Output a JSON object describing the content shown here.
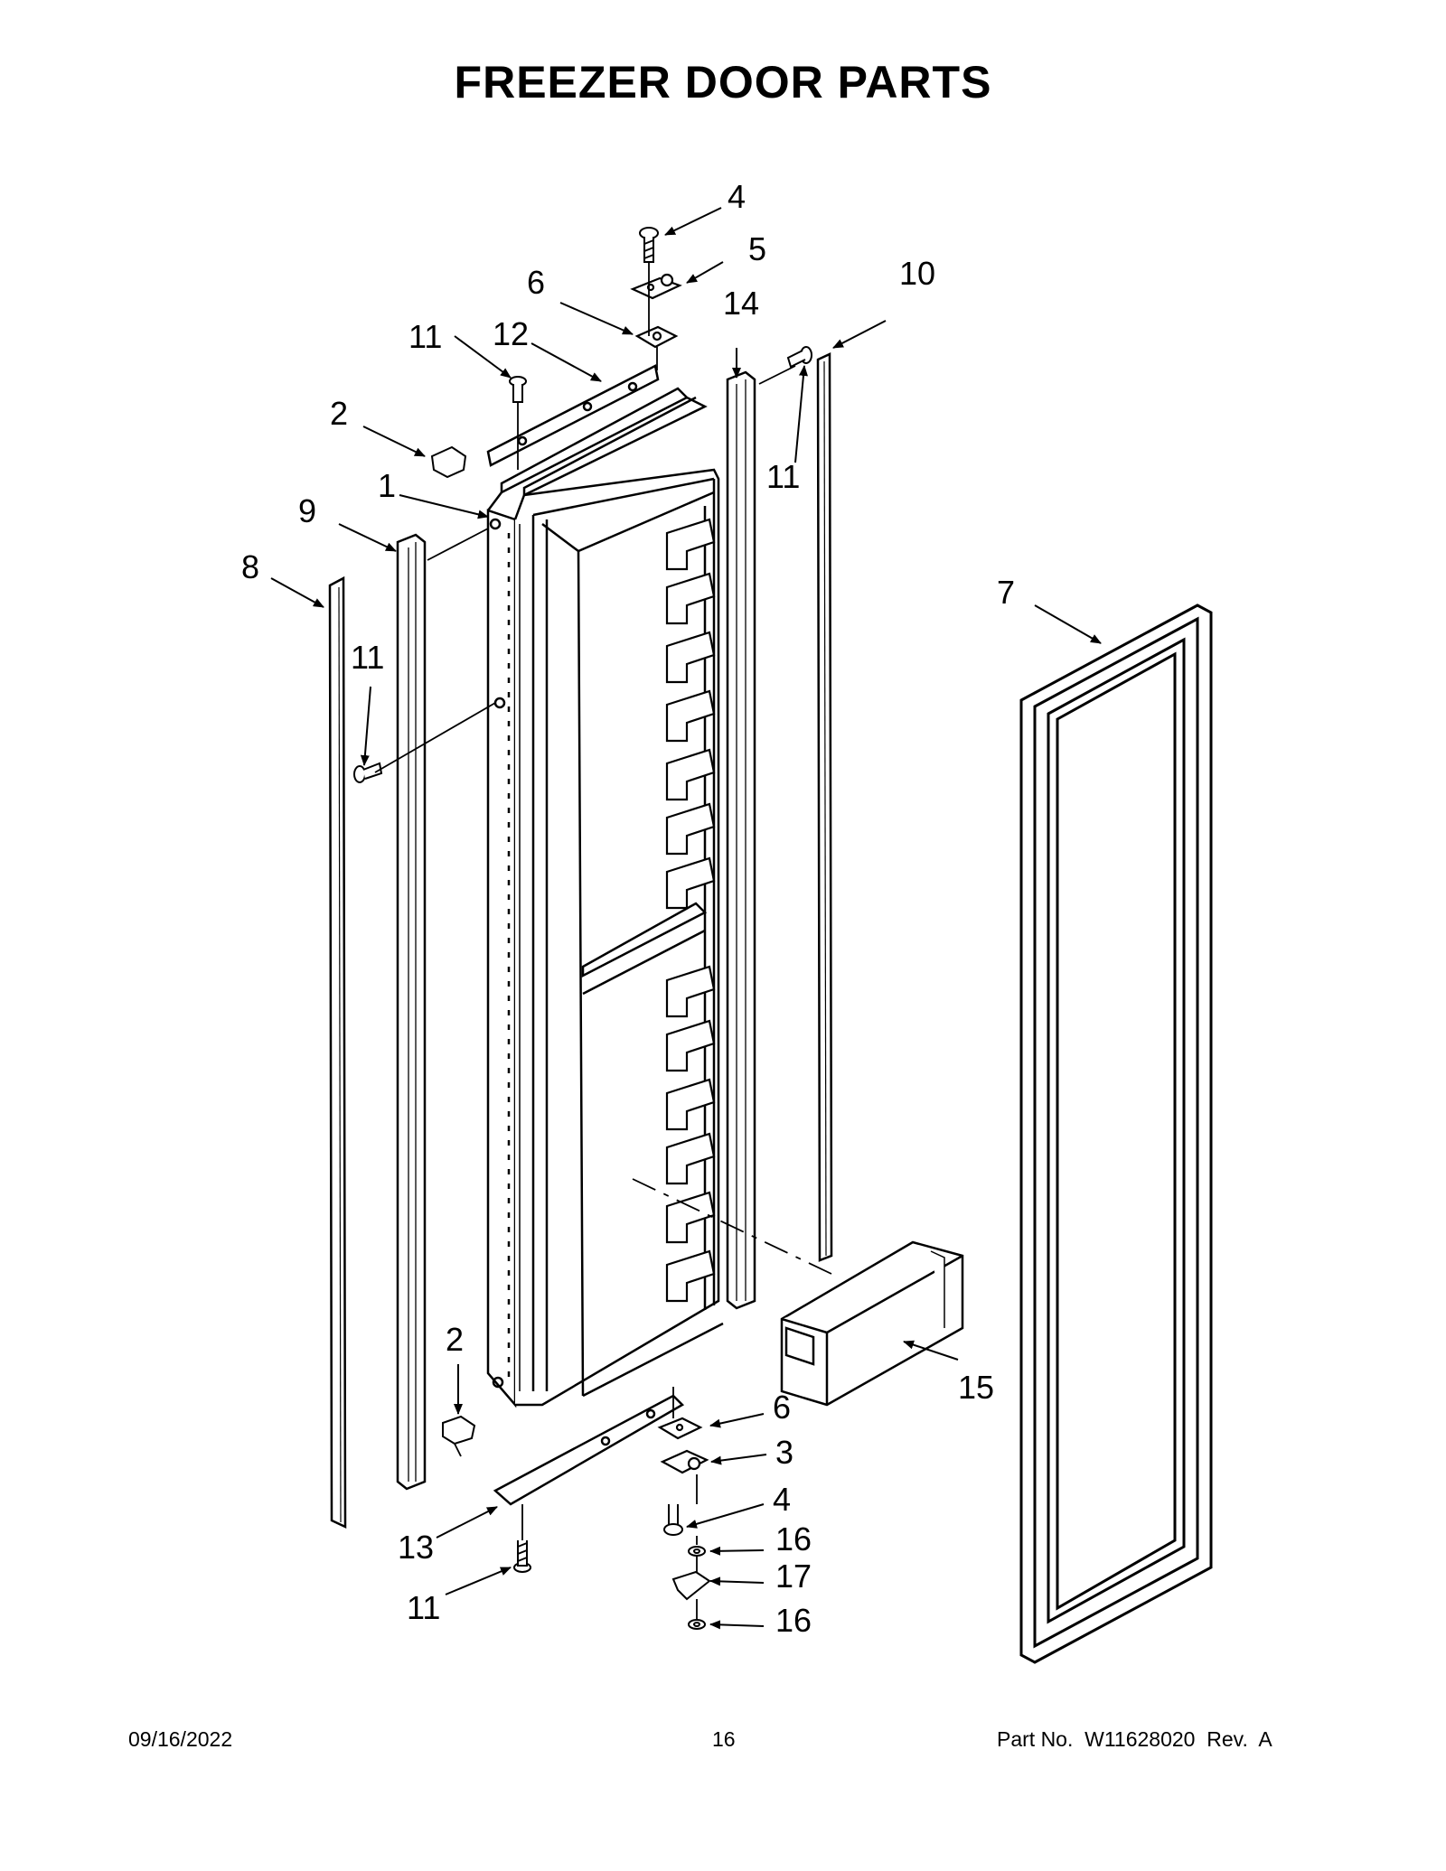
{
  "title": "FREEZER DOOR PARTS",
  "callouts": {
    "c1": "1",
    "c2a": "2",
    "c2b": "2",
    "c3": "3",
    "c4a": "4",
    "c4b": "4",
    "c5": "5",
    "c6a": "6",
    "c6b": "6",
    "c7": "7",
    "c8": "8",
    "c9": "9",
    "c10": "10",
    "c11a": "11",
    "c11b": "11",
    "c11c": "11",
    "c11d": "11",
    "c12": "12",
    "c13": "13",
    "c14": "14",
    "c15": "15",
    "c16a": "16",
    "c16b": "16",
    "c17": "17"
  },
  "footer": {
    "date": "09/16/2022",
    "page": "16",
    "part_no": "Part No.  W11628020  Rev.  A"
  }
}
